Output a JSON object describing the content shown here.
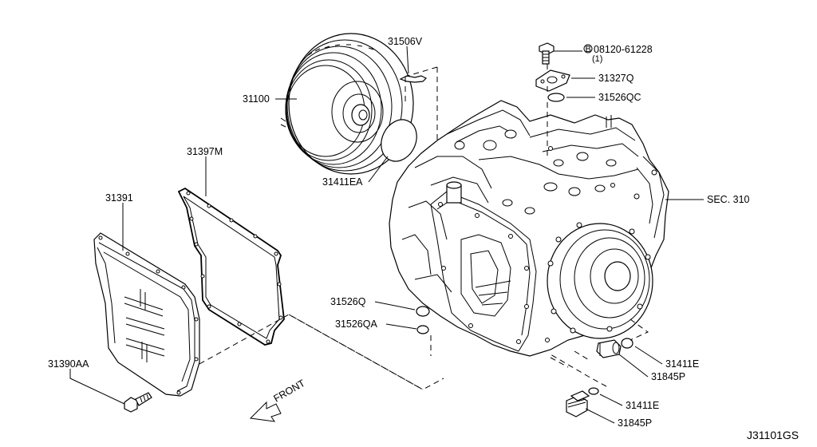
{
  "diagram": {
    "drawing_code": "J31101GS",
    "front_label": "FRONT",
    "callouts": {
      "torque_converter": "31100",
      "seal_top": "31506V",
      "o_ring_converter": "31411EA",
      "bolt_top": "08120-61228",
      "bolt_top_qty": "(1)",
      "bolt_marker": "B",
      "plate": "31327Q",
      "o_ring_plate": "31526QC",
      "section_ref": "SEC. 310",
      "gasket": "31397M",
      "oil_pan": "31391",
      "drain_bolt": "31390AA",
      "o_ring_a": "31526Q",
      "o_ring_b": "31526QA",
      "washer_upper": "31411E",
      "plug_upper": "31845P",
      "washer_lower": "31411E",
      "plug_lower": "31845P"
    }
  }
}
